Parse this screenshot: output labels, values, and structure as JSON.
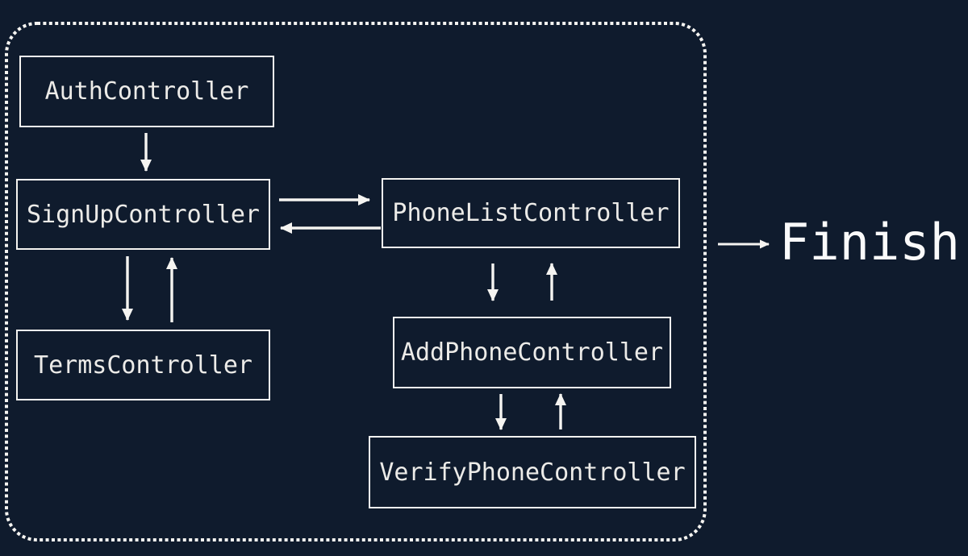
{
  "diagram": {
    "type": "flowchart",
    "background_color": "#0f1b2d",
    "line_color": "#f5f4f1",
    "container": {
      "style": "dotted-rounded-rectangle",
      "description": "dashed boundary enclosing all controller nodes"
    },
    "nodes": [
      {
        "id": "auth",
        "label": "AuthController"
      },
      {
        "id": "signup",
        "label": "SignUpController"
      },
      {
        "id": "phonelist",
        "label": "PhoneListController"
      },
      {
        "id": "terms",
        "label": "TermsController"
      },
      {
        "id": "addphone",
        "label": "AddPhoneController"
      },
      {
        "id": "verifyphone",
        "label": "VerifyPhoneController"
      }
    ],
    "edges": [
      {
        "from": "AuthController",
        "to": "SignUpController",
        "direction": "down"
      },
      {
        "from": "SignUpController",
        "to": "PhoneListController",
        "direction": "right"
      },
      {
        "from": "PhoneListController",
        "to": "SignUpController",
        "direction": "left"
      },
      {
        "from": "SignUpController",
        "to": "TermsController",
        "direction": "down"
      },
      {
        "from": "TermsController",
        "to": "SignUpController",
        "direction": "up"
      },
      {
        "from": "PhoneListController",
        "to": "AddPhoneController",
        "direction": "down"
      },
      {
        "from": "AddPhoneController",
        "to": "PhoneListController",
        "direction": "up"
      },
      {
        "from": "AddPhoneController",
        "to": "VerifyPhoneController",
        "direction": "down"
      },
      {
        "from": "VerifyPhoneController",
        "to": "AddPhoneController",
        "direction": "up"
      },
      {
        "from": "container",
        "to": "Finish",
        "direction": "right"
      }
    ],
    "finish": {
      "label": "Finish"
    }
  }
}
